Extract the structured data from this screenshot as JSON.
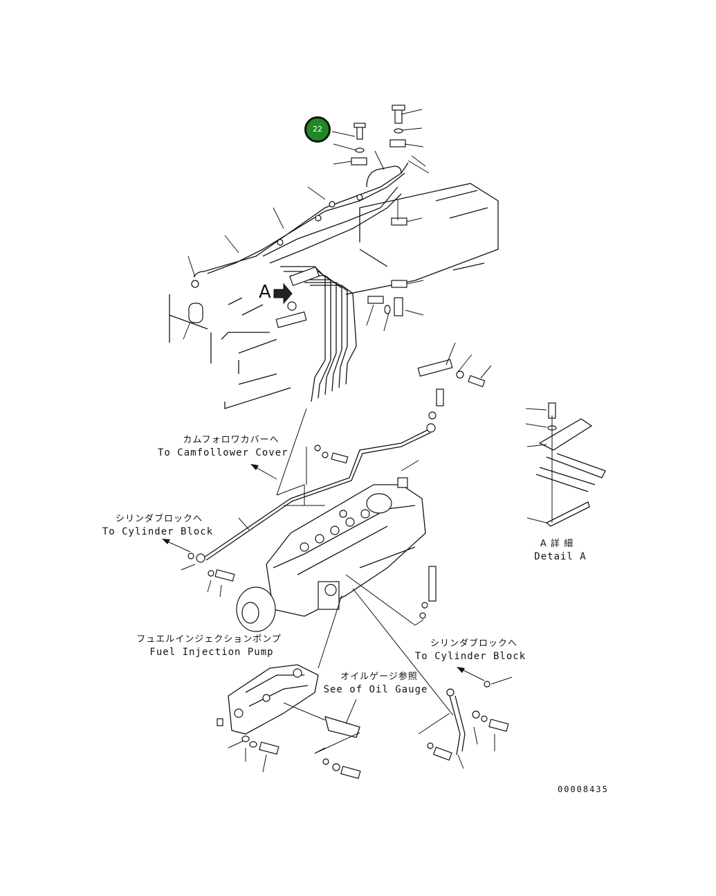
{
  "diagram": {
    "callout": {
      "number": "22",
      "color": "#1f8a24"
    },
    "view_marker": "A",
    "labels": {
      "camfollower_jp": "カムフォロワカバーへ",
      "camfollower_en": "To Camfollower Cover",
      "cylinder_block_left_jp": "シリンダブロックへ",
      "cylinder_block_left_en": "To Cylinder Block",
      "detail_a_jp": "A 詳 細",
      "detail_a_en": "Detail A",
      "fuel_pump_jp": "フュエルインジェクションポンプ",
      "fuel_pump_en": "Fuel Injection Pump",
      "cylinder_block_right_jp": "シリンダブロックへ",
      "cylinder_block_right_en": "To Cylinder Block",
      "oil_gauge_jp": "オイルゲージ参照",
      "oil_gauge_en": "See of Oil Gauge"
    },
    "drawing_number": "00008435"
  }
}
